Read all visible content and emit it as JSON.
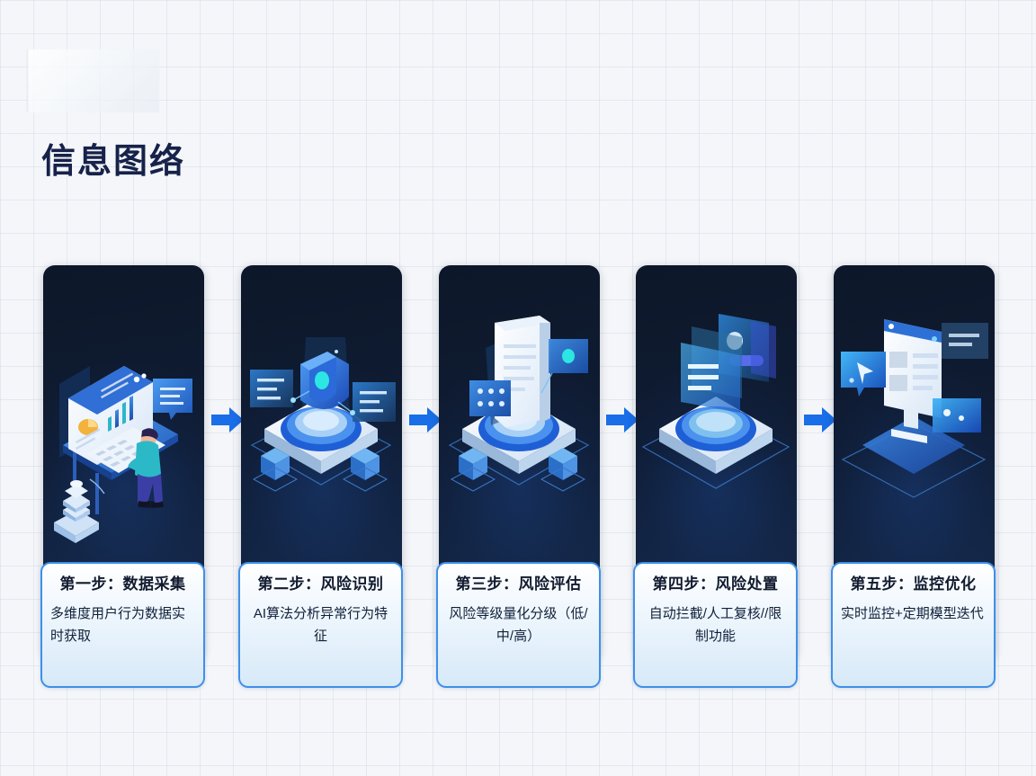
{
  "page": {
    "title": "信息图络",
    "watermark": "",
    "accent_color": "#1a6ee8",
    "card_bg_color": "#0f1c33",
    "panel_border_color": "#3e90e8",
    "title_color": "#16224a",
    "background_color": "#f4f6f9"
  },
  "flow": {
    "arrow_icon": "right-arrow-icon",
    "steps": [
      {
        "index": "1",
        "title": "第一步：数据采集",
        "desc": "多维度用户行为数据实时获取",
        "desc_align": "left",
        "illustration": "analytics-dashboard-laptop-illustration"
      },
      {
        "index": "2",
        "title": "第二步：风险识别",
        "desc": "AI算法分析异常行为特征",
        "desc_align": "center",
        "illustration": "shield-platform-illustration"
      },
      {
        "index": "3",
        "title": "第三步：风险评估",
        "desc": "风险等级量化分级（低/中/高）",
        "desc_align": "center",
        "illustration": "document-report-platform-illustration"
      },
      {
        "index": "4",
        "title": "第四步：风险处置",
        "desc": "自动拦截/人工复核//限制功能",
        "desc_align": "center",
        "illustration": "stacked-panels-platform-illustration"
      },
      {
        "index": "5",
        "title": "第五步：监控优化",
        "desc": "实时监控+定期模型迭代",
        "desc_align": "left",
        "illustration": "monitor-dashboard-illustration"
      }
    ]
  }
}
